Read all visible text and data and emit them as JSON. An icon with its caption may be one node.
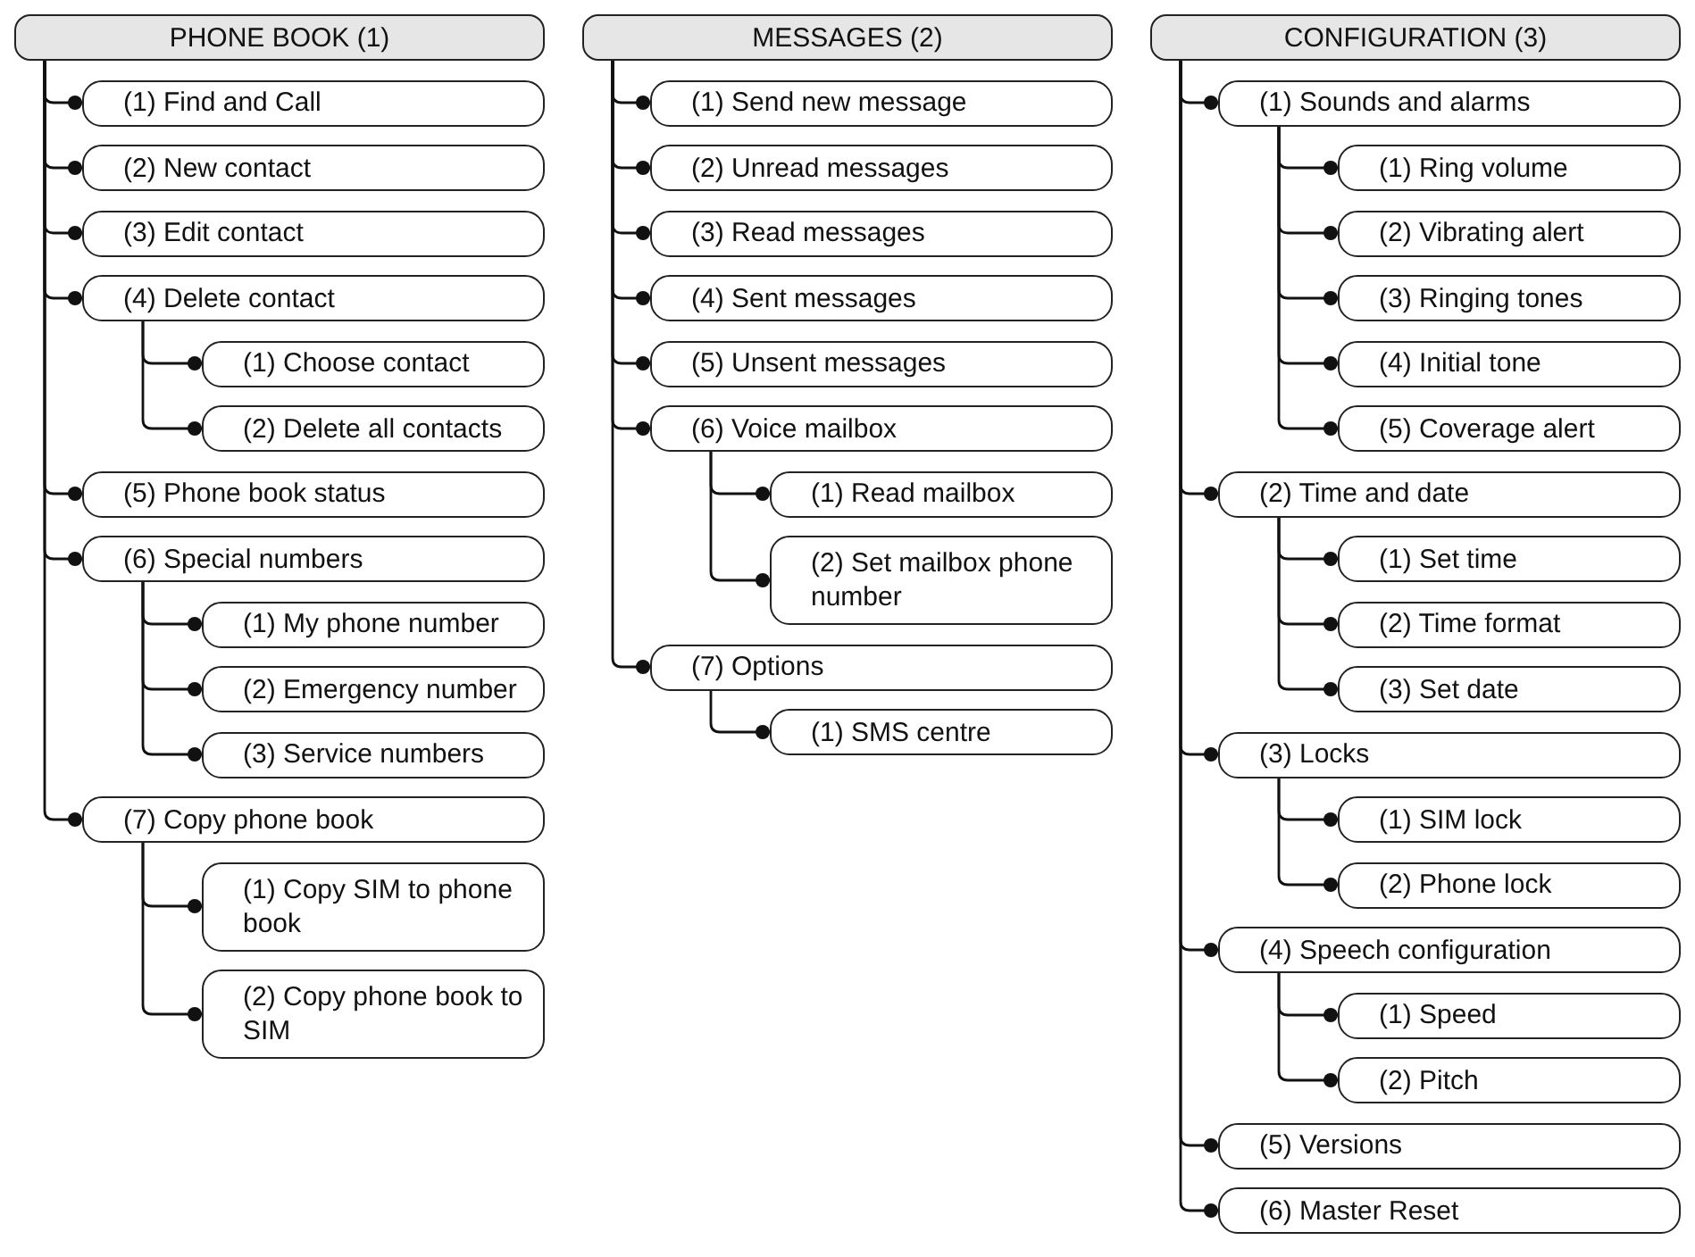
{
  "diagram": {
    "nodes": [
      {
        "text": [
          "PHONE BOOK (1)"
        ]
      },
      {
        "text": [
          "(1) Find and Call"
        ]
      },
      {
        "text": [
          "(2) New contact"
        ]
      },
      {
        "text": [
          "(3) Edit contact"
        ]
      },
      {
        "text": [
          "(4) Delete contact"
        ]
      },
      {
        "text": [
          "(1) Choose contact"
        ]
      },
      {
        "text": [
          "(2) Delete all contacts"
        ]
      },
      {
        "text": [
          "(5) Phone book status"
        ]
      },
      {
        "text": [
          "(6) Special numbers"
        ]
      },
      {
        "text": [
          "(1) My phone number"
        ]
      },
      {
        "text": [
          "(2) Emergency number"
        ]
      },
      {
        "text": [
          "(3) Service numbers"
        ]
      },
      {
        "text": [
          "(7) Copy phone book"
        ]
      },
      {
        "text": [
          "(1) Copy SIM to phone book"
        ]
      },
      {
        "text": [
          "(2) Copy phone book to SIM"
        ]
      },
      {
        "text": [
          "MESSAGES (2)"
        ]
      },
      {
        "text": [
          "(1) Send new message"
        ]
      },
      {
        "text": [
          "(2) Unread messages"
        ]
      },
      {
        "text": [
          "(3) Read messages"
        ]
      },
      {
        "text": [
          "(4) Sent messages"
        ]
      },
      {
        "text": [
          "(5) Unsent messages"
        ]
      },
      {
        "text": [
          "(6) Voice mailbox"
        ]
      },
      {
        "text": [
          "(1) Read mailbox"
        ]
      },
      {
        "text": [
          "(2) Set mailbox phone number"
        ]
      },
      {
        "text": [
          "(7) Options"
        ]
      },
      {
        "text": [
          "(1) SMS centre"
        ]
      },
      {
        "text": [
          "CONFIGURATION (3)"
        ]
      },
      {
        "text": [
          "(1) Sounds and alarms"
        ]
      },
      {
        "text": [
          "(1) Ring volume"
        ]
      },
      {
        "text": [
          "(2) Vibrating alert"
        ]
      },
      {
        "text": [
          "(3) Ringing tones"
        ]
      },
      {
        "text": [
          "(4) Initial tone"
        ]
      },
      {
        "text": [
          "(5) Coverage alert"
        ]
      },
      {
        "text": [
          "(2) Time and date"
        ]
      },
      {
        "text": [
          "(1) Set time"
        ]
      },
      {
        "text": [
          "(2) Time format"
        ]
      },
      {
        "text": [
          "(3) Set date"
        ]
      },
      {
        "text": [
          "(3) Locks"
        ]
      },
      {
        "text": [
          "(1) SIM lock"
        ]
      },
      {
        "text": [
          "(2) Phone lock"
        ]
      },
      {
        "text": [
          "(4) Speech configuration"
        ]
      },
      {
        "text": [
          "(1) Speed"
        ]
      },
      {
        "text": [
          "(2) Pitch"
        ]
      },
      {
        "text": [
          "(5) Versions"
        ]
      },
      {
        "text": [
          "(6) Master Reset"
        ]
      }
    ],
    "edges": [
      {
        "from": 0,
        "to": 1,
        "arrow": "other"
      },
      {
        "from": 0,
        "to": 2,
        "arrow": "other"
      },
      {
        "from": 0,
        "to": 3,
        "arrow": "other"
      },
      {
        "from": 0,
        "to": 4,
        "arrow": "other"
      },
      {
        "from": 4,
        "to": 5,
        "arrow": "other"
      },
      {
        "from": 4,
        "to": 6,
        "arrow": "other"
      },
      {
        "from": 0,
        "to": 7,
        "arrow": "other"
      },
      {
        "from": 0,
        "to": 8,
        "arrow": "other"
      },
      {
        "from": 8,
        "to": 9,
        "arrow": "other"
      },
      {
        "from": 8,
        "to": 10,
        "arrow": "other"
      },
      {
        "from": 8,
        "to": 11,
        "arrow": "other"
      },
      {
        "from": 0,
        "to": 12,
        "arrow": "other"
      },
      {
        "from": 12,
        "to": 13,
        "arrow": "other"
      },
      {
        "from": 12,
        "to": 14,
        "arrow": "other"
      },
      {
        "from": 15,
        "to": 16,
        "arrow": "other"
      },
      {
        "from": 15,
        "to": 17,
        "arrow": "other"
      },
      {
        "from": 15,
        "to": 18,
        "arrow": "other"
      },
      {
        "from": 15,
        "to": 19,
        "arrow": "other"
      },
      {
        "from": 15,
        "to": 20,
        "arrow": "other"
      },
      {
        "from": 15,
        "to": 21,
        "arrow": "other"
      },
      {
        "from": 21,
        "to": 22,
        "arrow": "other"
      },
      {
        "from": 21,
        "to": 23,
        "arrow": "other"
      },
      {
        "from": 15,
        "to": 24,
        "arrow": "other"
      },
      {
        "from": 24,
        "to": 25,
        "arrow": "other"
      },
      {
        "from": 26,
        "to": 27,
        "arrow": "other"
      },
      {
        "from": 27,
        "to": 28,
        "arrow": "other"
      },
      {
        "from": 27,
        "to": 29,
        "arrow": "other"
      },
      {
        "from": 27,
        "to": 30,
        "arrow": "other"
      },
      {
        "from": 27,
        "to": 31,
        "arrow": "other"
      },
      {
        "from": 27,
        "to": 32,
        "arrow": "other"
      },
      {
        "from": 26,
        "to": 33,
        "arrow": "other"
      },
      {
        "from": 33,
        "to": 34,
        "arrow": "other"
      },
      {
        "from": 33,
        "to": 35,
        "arrow": "other"
      },
      {
        "from": 33,
        "to": 36,
        "arrow": "other"
      },
      {
        "from": 26,
        "to": 37,
        "arrow": "other"
      },
      {
        "from": 37,
        "to": 38,
        "arrow": "other"
      },
      {
        "from": 37,
        "to": 39,
        "arrow": "other"
      },
      {
        "from": 26,
        "to": 40,
        "arrow": "other"
      },
      {
        "from": 40,
        "to": 41,
        "arrow": "other"
      },
      {
        "from": 40,
        "to": 42,
        "arrow": "other"
      },
      {
        "from": 26,
        "to": 43,
        "arrow": "other"
      },
      {
        "from": 26,
        "to": 44,
        "arrow": "other"
      }
    ]
  }
}
